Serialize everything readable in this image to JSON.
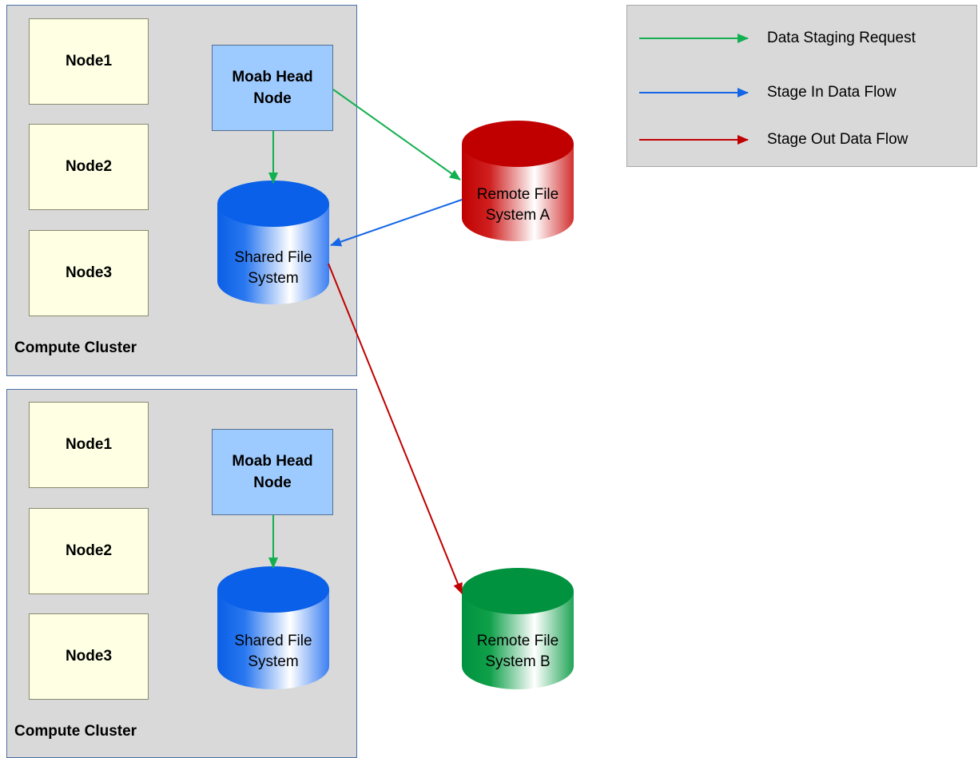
{
  "clusters": [
    {
      "label": "Compute Cluster",
      "nodes": [
        "Node1",
        "Node2",
        "Node3"
      ],
      "head": "Moab Head Node",
      "storage": "Shared File System"
    },
    {
      "label": "Compute Cluster",
      "nodes": [
        "Node1",
        "Node2",
        "Node3"
      ],
      "head": "Moab Head Node",
      "storage": "Shared File System"
    }
  ],
  "remote": [
    {
      "label": "Remote File System A",
      "color": "#c00000"
    },
    {
      "label": "Remote File System B",
      "color": "#00923f"
    }
  ],
  "legend": [
    {
      "label": "Data Staging Request",
      "color": "#12b050"
    },
    {
      "label": "Stage In Data Flow",
      "color": "#1466e6"
    },
    {
      "label": "Stage Out Data Flow",
      "color": "#c00000"
    }
  ],
  "colors": {
    "shared_db": "#0a60e8",
    "request_arrow": "#12b050",
    "stage_in_arrow": "#1466e6",
    "stage_out_arrow": "#c00000"
  }
}
